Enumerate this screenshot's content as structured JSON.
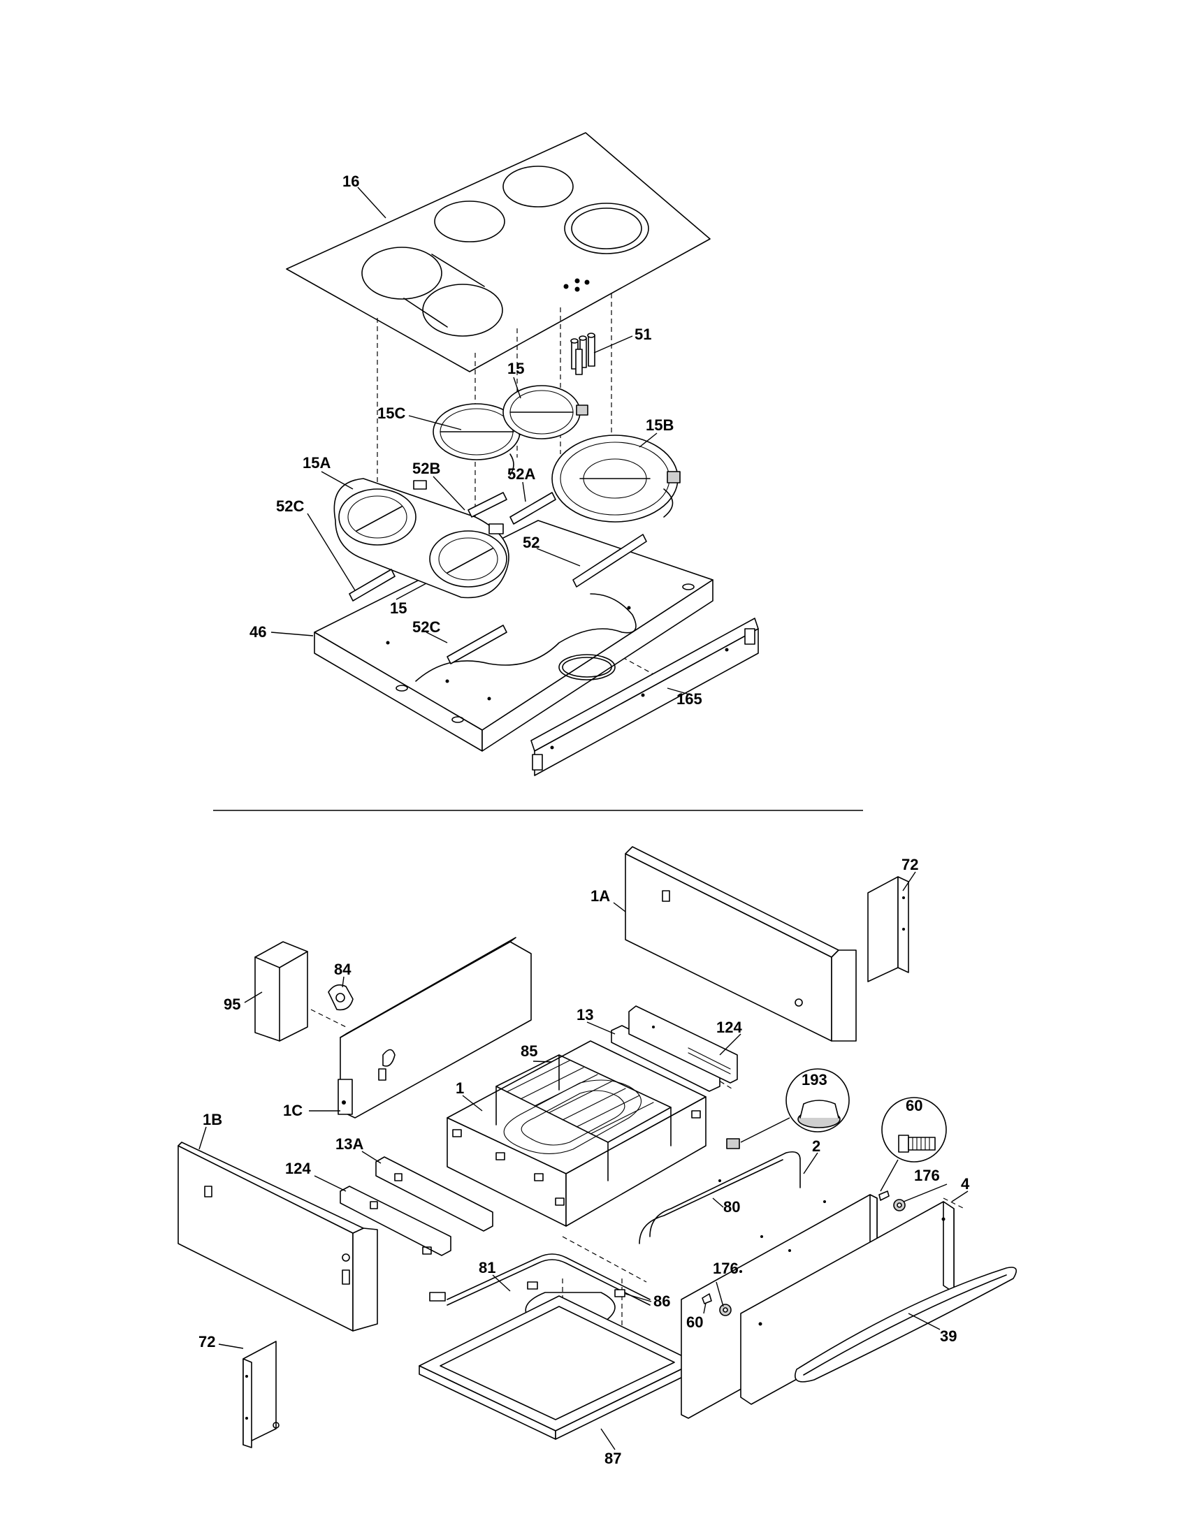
{
  "labels": {
    "p16": "16",
    "p51": "51",
    "p15_top": "15",
    "p15C": "15C",
    "p15B": "15B",
    "p15A": "15A",
    "p52B": "52B",
    "p52A": "52A",
    "p52C_left": "52C",
    "p52": "52",
    "p15_bottom": "15",
    "p52C_center": "52C",
    "p46": "46",
    "p165": "165",
    "p72_right": "72",
    "p1A": "1A",
    "p84": "84",
    "p95": "95",
    "p13": "13",
    "p124_right": "124",
    "p85": "85",
    "p193": "193",
    "p60_callout": "60",
    "p1": "1",
    "p1C": "1C",
    "p2": "2",
    "p176_right": "176",
    "p4": "4",
    "p1B": "1B",
    "p13A": "13A",
    "p124_left": "124",
    "p80": "80",
    "p176_lower": "176",
    "p81": "81",
    "p86": "86",
    "p60_lower": "60",
    "p39": "39",
    "p72_left": "72",
    "p87": "87"
  }
}
